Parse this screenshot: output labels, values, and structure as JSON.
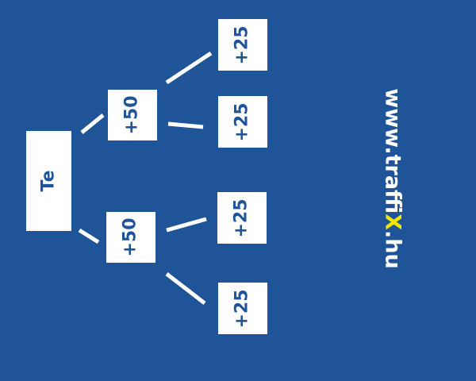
{
  "diagram": {
    "root_label": "Te",
    "level1": [
      "+50",
      "+50"
    ],
    "level2": [
      "+25",
      "+25",
      "+25",
      "+25"
    ]
  },
  "brand": {
    "prefix": "www.traffi",
    "highlight": "X",
    "suffix": ".hu"
  },
  "colors": {
    "background": "#1f5499",
    "box": "#ffffff",
    "text": "#1f5499",
    "highlight": "#f2e600"
  }
}
